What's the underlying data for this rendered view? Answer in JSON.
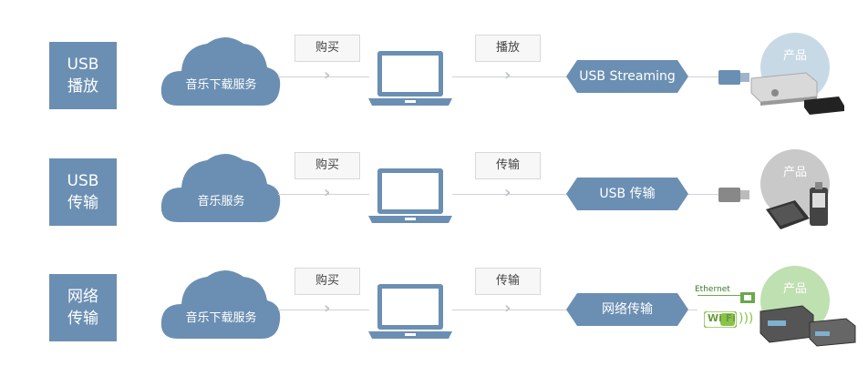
{
  "rows": [
    {
      "tag": [
        "USB",
        "播放"
      ],
      "cloud_label": "音乐下载服务",
      "buy_label": "购买",
      "transfer_label": "播放",
      "output_label": "USB Streaming",
      "product_label": "产品"
    },
    {
      "tag": [
        "USB",
        "传输"
      ],
      "cloud_label": "音乐服务",
      "buy_label": "购买",
      "transfer_label": "传输",
      "output_label": "USB 传输",
      "product_label": "产品"
    },
    {
      "tag": [
        "网络",
        "传输"
      ],
      "cloud_label": "音乐下载服务",
      "buy_label": "购买",
      "transfer_label": "传输",
      "output_label": "网络传输",
      "product_label": "产品",
      "ethernet_label": "Ethernet",
      "wifi_label": "Wi Fi"
    }
  ],
  "colors": {
    "tag": "#6b8fb3",
    "cloud": "#6b8fb3",
    "circle_grey": "#c9c9c9",
    "circle_green": "#bfe0b0"
  }
}
